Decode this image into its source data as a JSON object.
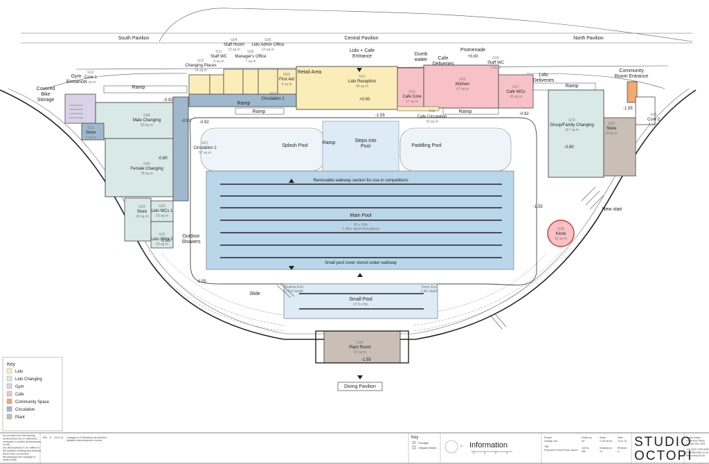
{
  "pavilions": {
    "south": "South Pavilion",
    "central": "Central Pavilion",
    "north": "North Pavilion",
    "diving": "Diving Pavilion"
  },
  "entrances": {
    "lido_cafe": [
      "Lido + Cafe",
      "Entrance"
    ],
    "gym": [
      "Gym",
      "Entrance"
    ],
    "community": [
      "Community",
      "Room Entrance"
    ],
    "bike": [
      "Covered",
      "Bike",
      "Storage"
    ],
    "cafe_deliveries": [
      "Cafe",
      "Deliveries"
    ],
    "lido_deliveries": [
      "Lido",
      "Deliveries"
    ],
    "dumb_waiter": [
      "Dumb",
      "waiter"
    ],
    "promenade": "Promenade",
    "promenade_level": "+0.00"
  },
  "rooms": {
    "g04": {
      "code": "G04",
      "name": "Staff Room",
      "area": "13 sq m"
    },
    "g06": {
      "code": "G06",
      "name": "Lido Admin Office",
      "area": "10 sq m"
    },
    "g11": {
      "code": "G11",
      "name": "Staff WC",
      "area": "6 sq m"
    },
    "g05": {
      "code": "G05",
      "name": "Manager's Office",
      "area": "7 sq m"
    },
    "g12": {
      "code": "G12",
      "name": "Changing Places",
      "area": "14 sq m"
    },
    "g10": {
      "code": "G10",
      "name": "Core 1",
      "area": "8 sq m"
    },
    "g03": {
      "code": "G03",
      "name": "First Aid",
      "area": "9 sq m"
    },
    "g02": {
      "code": "G02",
      "name": "Circulation 1",
      "area": ""
    },
    "retail": {
      "name": "Retail Area"
    },
    "g01": {
      "code": "G01",
      "name": "Lido Reception",
      "area": "96 sq m"
    },
    "g13": {
      "code": "G13",
      "name": "Cafe Core",
      "area": "17 sq m"
    },
    "g15": {
      "code": "G15",
      "name": "Kitchen",
      "area": "47 sq m"
    },
    "g17": {
      "code": "G17",
      "name": "Cafe WCs",
      "area": "26 sq m"
    },
    "g16": {
      "code": "G16",
      "name": "Staff WC",
      "area": "3 sq m"
    },
    "g14": {
      "code": "G14",
      "name": "Cafe Circulation",
      "area": "15 sq m"
    },
    "g08": {
      "code": "G08",
      "name": "Male Changing",
      "area": "60 sq m"
    },
    "g11s": {
      "code": "G11",
      "name": "Store",
      "area": "3 sq m"
    },
    "g07": {
      "code": "G07",
      "name": "Circulation 2",
      "area": "57 sq m"
    },
    "g09": {
      "code": "G09",
      "name": "Female Changing",
      "area": "78 sq m"
    },
    "g24": {
      "code": "G24",
      "name": "Store",
      "area": "20 sq m"
    },
    "g23": {
      "code": "G23",
      "name": "Lido WCs 1",
      "area": "16 sq m"
    },
    "g22": {
      "code": "G22",
      "name": "Lido WCs 2",
      "area": "15 sq m"
    },
    "g72": {
      "code": "G72",
      "name": "Group/Family Changing",
      "area": "117 sq m"
    },
    "g20": {
      "code": "G20",
      "name": "Store",
      "area": "24 sq m"
    },
    "g21": {
      "code": "G21",
      "name": "Core 2",
      "area": "8 sq m"
    },
    "g18": {
      "code": "G18",
      "name": "Kiosk",
      "area": "12 sq m"
    },
    "g19": {
      "code": "G19",
      "name": "Plant Room",
      "area": "57 sq m"
    }
  },
  "pools": {
    "splash": "Splash Pool",
    "paddling": "Paddling Pool",
    "ramp": "Ramp",
    "steps": [
      "Steps into",
      "Pool"
    ],
    "walkway": "Removable walkway section for use in competitions",
    "main": "Main Pool",
    "main_dim": "50 x 20m",
    "main_depth": "1.35m depth throughout",
    "cover": "Small pool cover stored under walkway",
    "small": "Small Pool",
    "small_dim": "27.5 x 5m",
    "shallow": [
      "Shallow End",
      "1.35m depth"
    ],
    "deep": [
      "Deep End",
      "1.8m depth"
    ],
    "slide": "Slide"
  },
  "misc": {
    "ramp": "Ramp",
    "outdoor_showers": [
      "Outdoor",
      "Showers"
    ],
    "new_stair": "New stair"
  },
  "levels": {
    "l1": "-0.92",
    "l2": "-0.92",
    "l3": "-0.92",
    "l4": "-0.92",
    "l5": "-1.55",
    "l6": "-1.55",
    "l7": "-1.55",
    "l8": "-1.55",
    "l9": "-0.80",
    "l10": "-0.80",
    "l11": "-1.55",
    "l12": "-1.55",
    "l13": "+0.00"
  },
  "key": {
    "title": "Key",
    "items": [
      {
        "label": "Lido",
        "color": "#fbedb8"
      },
      {
        "label": "Lido Changing",
        "color": "#d9e9e6"
      },
      {
        "label": "Gym",
        "color": "#d9d3e8"
      },
      {
        "label": "Cafe",
        "color": "#f7c1c6"
      },
      {
        "label": "Community Space",
        "color": "#f4a971"
      },
      {
        "label": "Circulation",
        "color": "#9fb8cd"
      },
      {
        "label": "Plant",
        "color": "#c9bfb6"
      }
    ]
  },
  "titleblock": {
    "key_title": "Key",
    "key_items": [
      "Floodlight",
      "Lifeguard Station"
    ],
    "information": "Information",
    "project_label": "Project",
    "project": "Grange Lido",
    "title_label": "Title",
    "title": "Proposed Ground Floor Layout",
    "drawn_label": "Drawn by",
    "drawn": "AP",
    "scale_label": "Scale",
    "scale": "1:200 @ A2",
    "date_label": "Date",
    "date": "13.11.19",
    "job_label": "Job no.",
    "job": "289",
    "drawing_label": "Drawing no.",
    "drawing": "12",
    "revision_label": "Revision",
    "revision": "A",
    "logo1": "STUDIO",
    "logo2": "OCTOPI",
    "address": [
      "Studio Octopi",
      "5 Hatchers Mews",
      "London SE1 3GS"
    ],
    "contact": [
      "+44 (0)20 7000 0000",
      "studio@octopi.co.uk",
      "www.octopi.co.uk"
    ],
    "notes": [
      "do not scale from this drawing",
      "all dimensions are in millimetres",
      "contractor to confirm all dimensions",
      "on site",
      "any discrepancies to be notified to",
      "the architect in writing and resolved",
      "before work commences",
      "this drawing is the copyright of",
      "studio octopi"
    ],
    "rev_row": [
      "Rev",
      "A",
      "13.11.19",
      "Changes to G Elevations as Architect",
      "Updated internal layouts to cores"
    ]
  },
  "colors": {
    "lido": "#fbedb8",
    "changing": "#d9e9e6",
    "gym": "#d9d3e8",
    "cafe": "#f7c1c6",
    "community": "#f4a971",
    "circulation": "#9fb8cd",
    "plant": "#c9bfb6",
    "pool": "#bad6ea",
    "pool_light": "#dcebf5",
    "pool_pale": "#eef5fa"
  }
}
